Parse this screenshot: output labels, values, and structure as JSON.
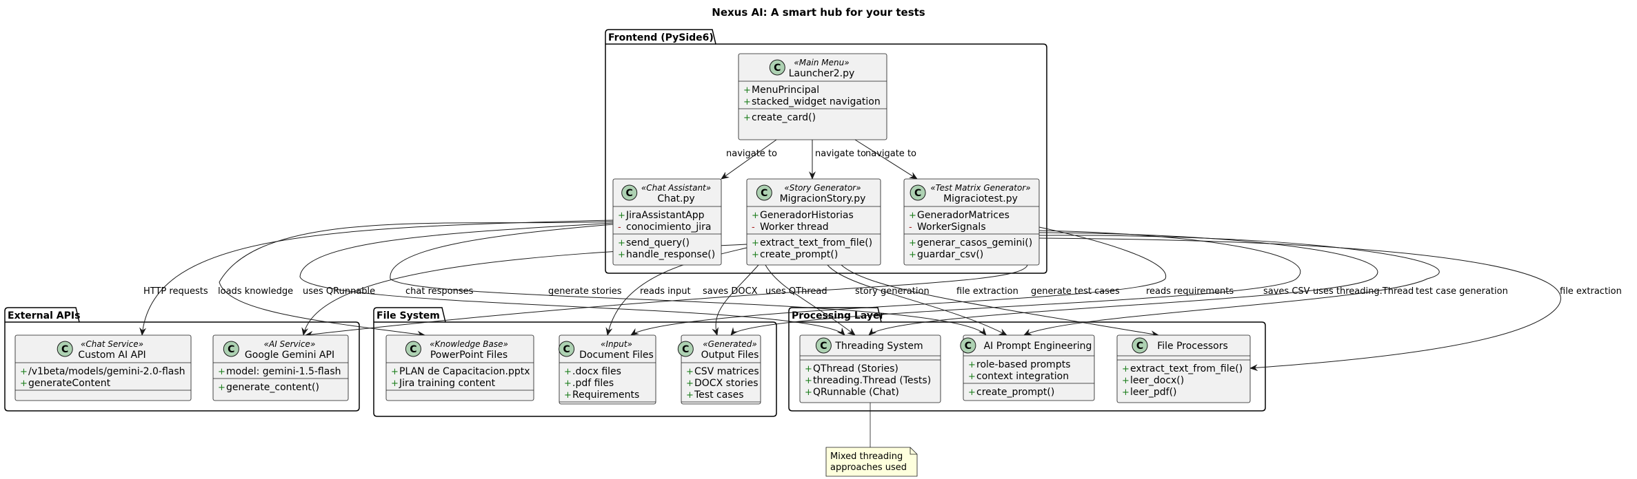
{
  "title": "Nexus AI: A smart hub for your tests",
  "colors": {
    "class_fill": "#f1f1f1",
    "class_stroke": "#181818",
    "circle_fill": "#add1b2",
    "note_fill": "#feffdd",
    "edge": "#181818"
  },
  "packages": [
    {
      "id": "frontend",
      "name": "Frontend (PySide6)"
    },
    {
      "id": "external",
      "name": "External APIs"
    },
    {
      "id": "filesystem",
      "name": "File System"
    },
    {
      "id": "processing",
      "name": "Processing Layer"
    }
  ],
  "classes": [
    {
      "id": "launcher",
      "stereotype": "«Main Menu»",
      "name": "Launcher2.py",
      "fields": [
        {
          "vis": "+",
          "text": "MenuPrincipal"
        },
        {
          "vis": "+",
          "text": "stacked_widget navigation"
        }
      ],
      "methods": [
        {
          "vis": "+",
          "text": "create_card()"
        }
      ]
    },
    {
      "id": "chat",
      "stereotype": "«Chat Assistant»",
      "name": "Chat.py",
      "fields": [
        {
          "vis": "+",
          "text": "JiraAssistantApp"
        },
        {
          "vis": "-",
          "text": "conocimiento_jira"
        }
      ],
      "methods": [
        {
          "vis": "+",
          "text": "send_query()"
        },
        {
          "vis": "+",
          "text": "handle_response()"
        }
      ]
    },
    {
      "id": "story",
      "stereotype": "«Story Generator»",
      "name": "MigracionStory.py",
      "fields": [
        {
          "vis": "+",
          "text": "GeneradorHistorias"
        },
        {
          "vis": "-",
          "text": "Worker thread"
        }
      ],
      "methods": [
        {
          "vis": "+",
          "text": "extract_text_from_file()"
        },
        {
          "vis": "+",
          "text": "create_prompt()"
        }
      ]
    },
    {
      "id": "matrix",
      "stereotype": "«Test Matrix Generator»",
      "name": "Migraciotest.py",
      "fields": [
        {
          "vis": "+",
          "text": "GeneradorMatrices"
        },
        {
          "vis": "-",
          "text": "WorkerSignals"
        }
      ],
      "methods": [
        {
          "vis": "+",
          "text": "generar_casos_gemini()"
        },
        {
          "vis": "+",
          "text": "guardar_csv()"
        }
      ]
    },
    {
      "id": "customapi",
      "stereotype": "«Chat Service»",
      "name": "Custom AI API",
      "fields": [
        {
          "vis": "+",
          "text": "/v1beta/models/gemini-2.0-flash"
        },
        {
          "vis": "+",
          "text": "generateContent"
        }
      ],
      "methods": []
    },
    {
      "id": "gemini",
      "stereotype": "«AI Service»",
      "name": "Google Gemini API",
      "fields": [
        {
          "vis": "+",
          "text": "model: gemini-1.5-flash"
        }
      ],
      "methods": [
        {
          "vis": "+",
          "text": "generate_content()"
        }
      ]
    },
    {
      "id": "ppt",
      "stereotype": "«Knowledge Base»",
      "name": "PowerPoint Files",
      "fields": [
        {
          "vis": "+",
          "text": "PLAN de Capacitacion.pptx"
        },
        {
          "vis": "+",
          "text": "Jira training content"
        }
      ],
      "methods": []
    },
    {
      "id": "docs",
      "stereotype": "«Input»",
      "name": "Document Files",
      "fields": [
        {
          "vis": "+",
          "text": ".docx files"
        },
        {
          "vis": "+",
          "text": ".pdf files"
        },
        {
          "vis": "+",
          "text": "Requirements"
        }
      ],
      "methods": []
    },
    {
      "id": "output",
      "stereotype": "«Generated»",
      "name": "Output Files",
      "fields": [
        {
          "vis": "+",
          "text": "CSV matrices"
        },
        {
          "vis": "+",
          "text": "DOCX stories"
        },
        {
          "vis": "+",
          "text": "Test cases"
        }
      ],
      "methods": []
    },
    {
      "id": "threading",
      "stereotype": "",
      "name": "Threading System",
      "fields": [],
      "methods": [
        {
          "vis": "+",
          "text": "QThread (Stories)"
        },
        {
          "vis": "+",
          "text": "threading.Thread (Tests)"
        },
        {
          "vis": "+",
          "text": "QRunnable (Chat)"
        }
      ]
    },
    {
      "id": "prompt",
      "stereotype": "",
      "name": "AI Prompt Engineering",
      "fields": [
        {
          "vis": "+",
          "text": "role-based prompts"
        },
        {
          "vis": "+",
          "text": "context integration"
        }
      ],
      "methods": [
        {
          "vis": "+",
          "text": "create_prompt()"
        }
      ]
    },
    {
      "id": "fileproc",
      "stereotype": "",
      "name": "File Processors",
      "fields": [],
      "methods": [
        {
          "vis": "+",
          "text": "extract_text_from_file()"
        },
        {
          "vis": "+",
          "text": "leer_docx()"
        },
        {
          "vis": "+",
          "text": "leer_pdf()"
        }
      ]
    }
  ],
  "edges": [
    {
      "from": "launcher",
      "to": "chat",
      "label": "navigate to"
    },
    {
      "from": "launcher",
      "to": "story",
      "label": "navigate to"
    },
    {
      "from": "launcher",
      "to": "matrix",
      "label": "navigate to"
    },
    {
      "from": "chat",
      "to": "customapi",
      "label": "HTTP requests"
    },
    {
      "from": "chat",
      "to": "ppt",
      "label": "loads knowledge"
    },
    {
      "from": "chat",
      "to": "threading",
      "label": "uses QRunnable"
    },
    {
      "from": "chat",
      "to": "prompt",
      "label": "chat responses"
    },
    {
      "from": "story",
      "to": "gemini",
      "label": "generate stories"
    },
    {
      "from": "story",
      "to": "docs",
      "label": "reads input"
    },
    {
      "from": "story",
      "to": "output",
      "label": "saves DOCX"
    },
    {
      "from": "story",
      "to": "threading",
      "label": "uses QThread"
    },
    {
      "from": "story",
      "to": "prompt",
      "label": "story generation"
    },
    {
      "from": "story",
      "to": "fileproc",
      "label": "file extraction"
    },
    {
      "from": "matrix",
      "to": "gemini",
      "label": "generate test cases"
    },
    {
      "from": "matrix",
      "to": "docs",
      "label": "reads requirements"
    },
    {
      "from": "matrix",
      "to": "output",
      "label": "saves CSV"
    },
    {
      "from": "matrix",
      "to": "threading",
      "label": "uses threading.Thread"
    },
    {
      "from": "matrix",
      "to": "prompt",
      "label": "test case generation"
    },
    {
      "from": "matrix",
      "to": "fileproc",
      "label": "file extraction"
    }
  ],
  "note": {
    "attached_to": "threading",
    "lines": [
      "Mixed threading",
      "approaches used"
    ]
  }
}
